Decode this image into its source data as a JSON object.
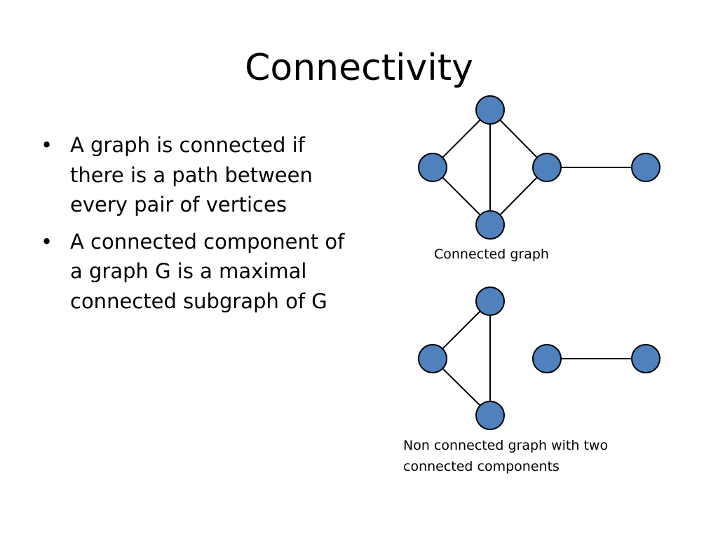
{
  "title": "Connectivity",
  "bullets": [
    {
      "marker": "•",
      "text": "A graph is connected if there is a path between every pair of vertices"
    },
    {
      "marker": "•",
      "text": "A connected component of a graph G is a maximal connected subgraph of G"
    }
  ],
  "diagrams": {
    "connected": {
      "caption": "Connected graph",
      "node_count": 5,
      "edges": [
        [
          "top",
          "left"
        ],
        [
          "top",
          "bottom"
        ],
        [
          "top",
          "right"
        ],
        [
          "left",
          "bottom"
        ],
        [
          "bottom",
          "right"
        ],
        [
          "right",
          "far_right"
        ]
      ]
    },
    "non_connected": {
      "caption": "Non connected graph with two connected components",
      "node_count": 5,
      "edges": [
        [
          "top",
          "left"
        ],
        [
          "top",
          "bottom"
        ],
        [
          "left",
          "bottom"
        ],
        [
          "right",
          "far_right"
        ]
      ]
    }
  },
  "colors": {
    "node_fill": "#4f81bd",
    "node_stroke": "#000000",
    "edge": "#000000"
  }
}
